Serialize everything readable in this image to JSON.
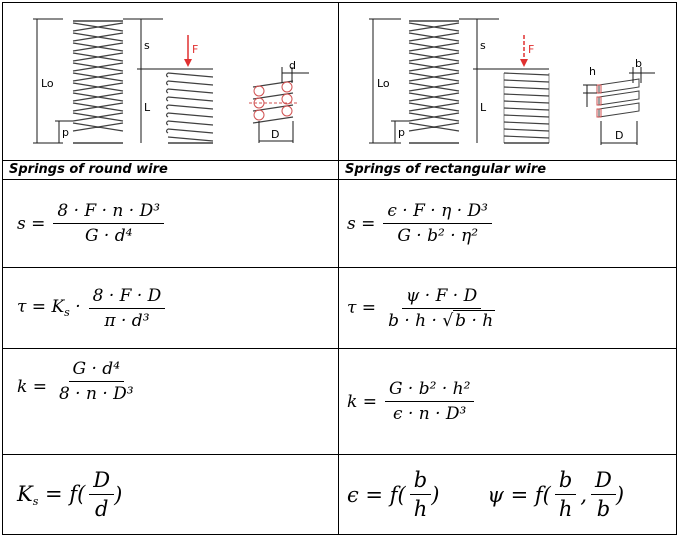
{
  "figures": {
    "round": {
      "labels": {
        "L0": "Lo",
        "s": "s",
        "F": "F",
        "L": "L",
        "p": "p",
        "d": "d",
        "D": "D"
      }
    },
    "rect": {
      "labels": {
        "L0": "Lo",
        "s": "s",
        "F": "F",
        "L": "L",
        "p": "p",
        "h": "h",
        "b": "b",
        "D": "D"
      }
    }
  },
  "headers": {
    "round": "Springs of round wire",
    "rect": "Springs of rectangular wire"
  },
  "formulas": {
    "round": {
      "deflection": {
        "lhs": "s =",
        "num": "8 · F · n · D³",
        "den": "G · d⁴"
      },
      "stress": {
        "lhs": "τ = K",
        "lhs_sub": "s",
        "mid": "·",
        "num": "8 · F · D",
        "den": "π · d³"
      },
      "stiffness": {
        "lhs": "k =",
        "num": "G · d⁴",
        "den": "8 · n · D³"
      },
      "factor": {
        "lhs": "K",
        "lhs_sub": "s",
        "eq": "= f(",
        "num": "D",
        "den": "d",
        "close": ")"
      }
    },
    "rect": {
      "deflection": {
        "lhs": "s =",
        "num": "ϵ · F · η · D³",
        "den": "G · b² · η²"
      },
      "stress": {
        "lhs": "τ =",
        "num": "ψ · F · D",
        "den_pre": "b · h · ",
        "den_sqrt": "b · h"
      },
      "stiffness": {
        "lhs": "k =",
        "num": "G · b² · h²",
        "den": "ϵ · n · D³"
      },
      "factor1": {
        "lhs": "ϵ = f(",
        "num": "b",
        "den": "h",
        "close": ")"
      },
      "factor2": {
        "lhs": "ψ = f(",
        "num1": "b",
        "den1": "h",
        "sep": ",",
        "num2": "D",
        "den2": "b",
        "close": ")"
      }
    }
  },
  "colors": {
    "line": "#000000",
    "force_arrow": "#e03030",
    "dim": "#1a1a1a",
    "coil": "#404040",
    "dashed": "#d05050"
  }
}
